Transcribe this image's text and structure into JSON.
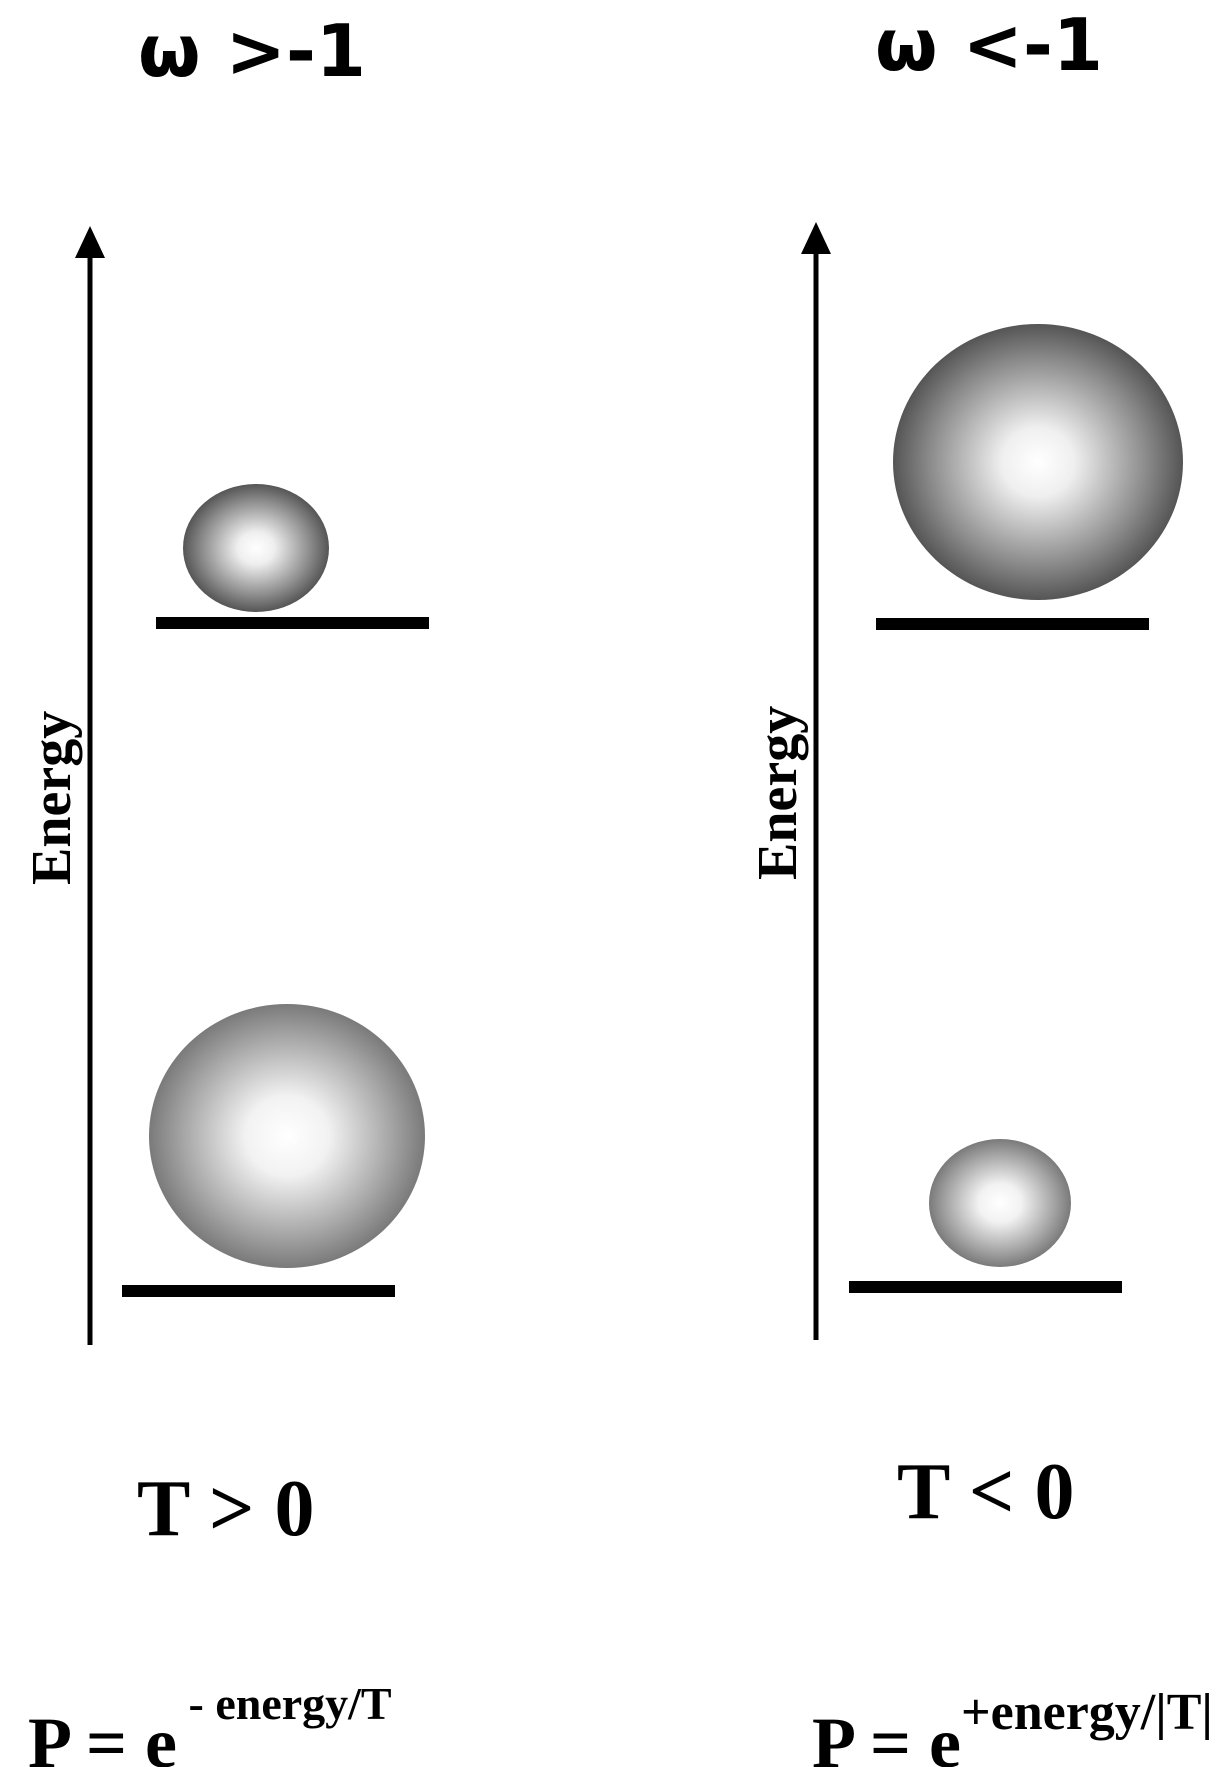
{
  "left_panel": {
    "title": "ω >-1",
    "axis_label": "Energy",
    "temperature_label": "T > 0",
    "formula": {
      "base": "P = e",
      "exponent": " - energy/T"
    },
    "upper_state": {
      "population": "small"
    },
    "lower_state": {
      "population": "large"
    }
  },
  "right_panel": {
    "title": "ω <-1",
    "axis_label": "Energy",
    "temperature_label": "T < 0",
    "formula": {
      "base": "P = e",
      "exponent": "+energy/|T|"
    },
    "upper_state": {
      "population": "large"
    },
    "lower_state": {
      "population": "small"
    }
  }
}
